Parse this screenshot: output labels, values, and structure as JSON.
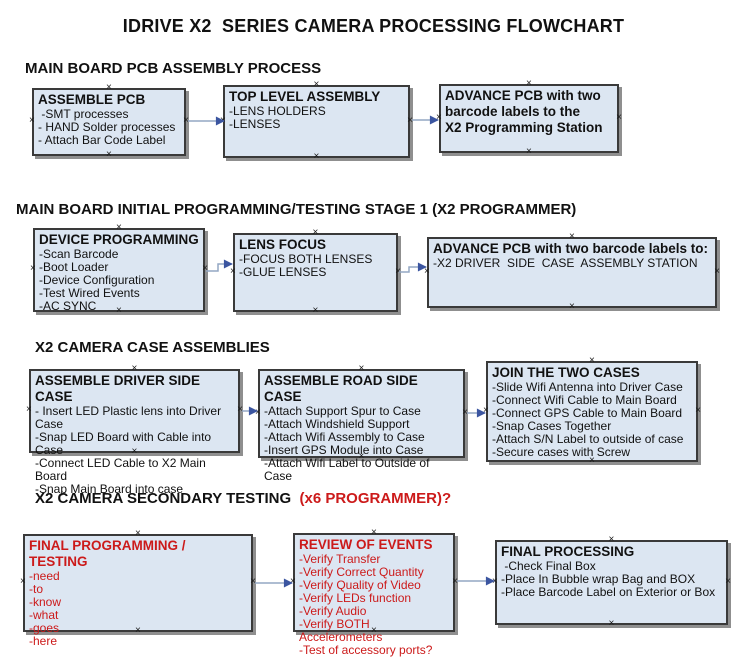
{
  "title": "IDRIVE X2  SERIES CAMERA PROCESSING FLOWCHART",
  "colors": {
    "box_fill": "#dce6f2",
    "box_border": "#3a3a3a",
    "shadow": "#8f8f8f",
    "connector": "#94a7c4",
    "arrow": "#3b55a0",
    "red": "#cc1a1a",
    "text": "#111111"
  },
  "headings": [
    {
      "text": "MAIN BOARD PCB ASSEMBLY PROCESS",
      "suffix": ""
    },
    {
      "text": "MAIN BOARD INITIAL PROGRAMMING/TESTING STAGE 1 (X2 PROGRAMMER)",
      "suffix": ""
    },
    {
      "text": "X2 CAMERA CASE ASSEMBLIES",
      "suffix": ""
    },
    {
      "text": "X2 CAMERA SECONDARY TESTING  ",
      "suffix": "(x6 PROGRAMMER)?"
    }
  ],
  "boxes": [
    {
      "title": "ASSEMBLE PCB",
      "items": [
        " -SMT processes",
        "- HAND Solder processes",
        "- Attach Bar Code Label"
      ]
    },
    {
      "title": "TOP LEVEL ASSEMBLY",
      "items": [
        "-LENS HOLDERS",
        "-LENSES"
      ]
    },
    {
      "title": "ADVANCE PCB with two\nbarcode labels to the\n X2 Programming Station",
      "items": []
    },
    {
      "title": "DEVICE PROGRAMMING",
      "items": [
        "-Scan Barcode",
        "-Boot Loader",
        "-Device Configuration",
        "-Test Wired Events",
        "-AC SYNC"
      ]
    },
    {
      "title": "LENS FOCUS",
      "items": [
        "-FOCUS BOTH LENSES",
        "-GLUE LENSES"
      ]
    },
    {
      "title": "ADVANCE PCB with two barcode labels to:",
      "items": [
        "-X2 DRIVER  SIDE  CASE  ASSEMBLY STATION"
      ]
    },
    {
      "title": "ASSEMBLE DRIVER SIDE CASE",
      "items": [
        "- Insert LED Plastic lens into Driver Case",
        "-Snap LED Board with Cable into Case",
        "-Connect LED Cable to X2 Main Board",
        "-Snap Main Board into case"
      ]
    },
    {
      "title": "ASSEMBLE ROAD SIDE CASE",
      "items": [
        "-Attach Support Spur to Case",
        "-Attach Windshield Support",
        "-Attach Wifi Assembly to Case",
        "-Insert GPS Module into Case",
        "-Attach Wifi Label to Outside of Case"
      ]
    },
    {
      "title": "JOIN THE TWO CASES",
      "items": [
        "-Slide Wifi Antenna into Driver Case",
        "-Connect Wifi Cable to Main Board",
        "-Connect GPS Cable to Main Board",
        "-Snap Cases Together",
        "-Attach S/N Label to outside of case",
        "-Secure cases with Screw"
      ]
    },
    {
      "title": "FINAL PROGRAMMING / TESTING",
      "items": [
        "-need",
        "-to",
        "-know",
        "-what",
        "-goes",
        "-here"
      ]
    },
    {
      "title": "REVIEW OF EVENTS",
      "items": [
        "-Verify Transfer",
        "-Verify Correct Quantity",
        "-Verify Quality of Video",
        "-Verify LEDs function",
        "-Verify Audio",
        "-Verify BOTH Accelerometers",
        "-Test of accessory ports?"
      ]
    },
    {
      "title": "FINAL PROCESSING",
      "items": [
        " -Check Final Box",
        "-Place In Bubble wrap Bag and BOX",
        "-Place Barcode Label on Exterior or Box"
      ]
    }
  ]
}
